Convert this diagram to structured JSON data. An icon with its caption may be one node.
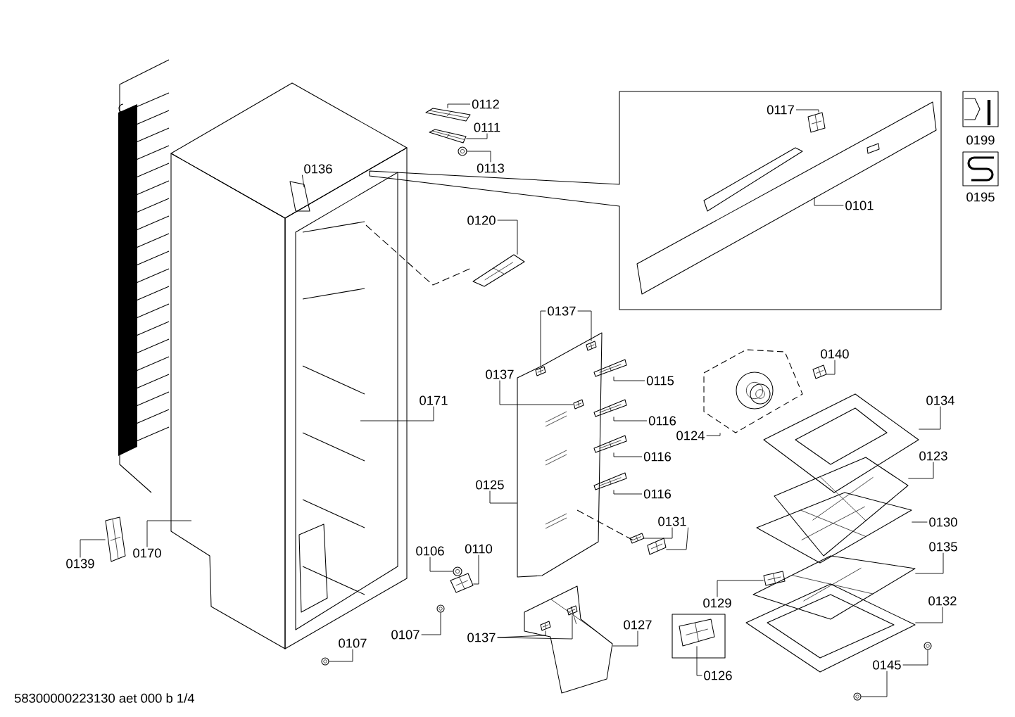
{
  "diagram": {
    "nodes": [
      {
        "text": [
          "0112"
        ]
      },
      {
        "text": [
          "0111"
        ]
      },
      {
        "text": [
          "0113"
        ]
      },
      {
        "text": [
          "0136"
        ]
      },
      {
        "text": [
          "0117"
        ]
      },
      {
        "text": [
          "0101"
        ]
      },
      {
        "text": [
          "0120"
        ]
      },
      {
        "text": [
          "0137"
        ]
      },
      {
        "text": [
          "0137"
        ]
      },
      {
        "text": [
          "0115"
        ]
      },
      {
        "text": [
          "0116"
        ]
      },
      {
        "text": [
          "0116"
        ]
      },
      {
        "text": [
          "0116"
        ]
      },
      {
        "text": [
          "0171"
        ]
      },
      {
        "text": [
          "0125"
        ]
      },
      {
        "text": [
          "0140"
        ]
      },
      {
        "text": [
          "0134"
        ]
      },
      {
        "text": [
          "0124"
        ]
      },
      {
        "text": [
          "0123"
        ]
      },
      {
        "text": [
          "0130"
        ]
      },
      {
        "text": [
          "0131"
        ]
      },
      {
        "text": [
          "0135"
        ]
      },
      {
        "text": [
          "0129"
        ]
      },
      {
        "text": [
          "0132"
        ]
      },
      {
        "text": [
          "0126"
        ]
      },
      {
        "text": [
          "0145"
        ]
      },
      {
        "text": [
          "0127"
        ]
      },
      {
        "text": [
          "0137"
        ]
      },
      {
        "text": [
          "0107"
        ]
      },
      {
        "text": [
          "0106"
        ]
      },
      {
        "text": [
          "0110"
        ]
      },
      {
        "text": [
          "0107"
        ]
      },
      {
        "text": [
          "0139"
        ]
      },
      {
        "text": [
          "0170"
        ]
      },
      {
        "text": [],
        "shape": "picture"
      },
      {
        "text": [],
        "shape": "picture"
      },
      {
        "text": [],
        "shape": "picture"
      },
      {
        "text": [],
        "shape": "picture"
      },
      {
        "text": [],
        "shape": "picture"
      },
      {
        "text": [],
        "shape": "picture"
      },
      {
        "text": [],
        "shape": "picture",
        "in": 39
      },
      {
        "text": [],
        "shape": "picture",
        "in": 39
      },
      {
        "text": [],
        "shape": "picture",
        "in": 39
      },
      {
        "text": [],
        "shape": "picture"
      },
      {
        "text": [],
        "shape": "picture"
      },
      {
        "text": [],
        "shape": "picture"
      },
      {
        "text": [],
        "shape": "picture"
      },
      {
        "text": [],
        "shape": "picture"
      },
      {
        "text": [],
        "shape": "picture"
      },
      {
        "text": [],
        "shape": "picture"
      },
      {
        "text": [],
        "shape": "picture"
      },
      {
        "text": [],
        "shape": "picture"
      },
      {
        "text": [],
        "shape": "picture"
      },
      {
        "text": [],
        "shape": "picture"
      },
      {
        "text": [],
        "shape": "picture"
      },
      {
        "text": [],
        "shape": "picture"
      },
      {
        "text": [],
        "shape": "picture"
      },
      {
        "text": [],
        "shape": "picture"
      },
      {
        "text": [],
        "shape": "picture"
      },
      {
        "text": [],
        "shape": "picture"
      },
      {
        "text": [],
        "shape": "picture"
      },
      {
        "text": [],
        "shape": "picture",
        "in": 60
      },
      {
        "text": [],
        "shape": "picture",
        "in": 60
      },
      {
        "text": [],
        "shape": "picture"
      },
      {
        "text": [],
        "shape": "picture"
      },
      {
        "text": [],
        "shape": "picture"
      },
      {
        "text": [],
        "shape": "picture"
      },
      {
        "text": [],
        "shape": "picture"
      }
    ],
    "edges": [
      {
        "from": 0,
        "to": 34,
        "arrow": "none"
      },
      {
        "from": 1,
        "to": 35,
        "arrow": "none"
      },
      {
        "from": 2,
        "to": 36,
        "arrow": "none"
      },
      {
        "from": 3,
        "to": null,
        "arrow": "none"
      },
      {
        "from": 4,
        "to": 37,
        "arrow": "none"
      },
      {
        "from": 5,
        "to": null,
        "arrow": "none"
      },
      {
        "from": 6,
        "to": 38,
        "arrow": "none"
      },
      {
        "from": 7,
        "to": 40,
        "arrow": "none"
      },
      {
        "from": 7,
        "to": 41,
        "arrow": "none"
      },
      {
        "from": 8,
        "to": 42,
        "arrow": "none"
      },
      {
        "from": 9,
        "to": 43,
        "arrow": "none"
      },
      {
        "from": 10,
        "to": 44,
        "arrow": "none"
      },
      {
        "from": 11,
        "to": 45,
        "arrow": "none"
      },
      {
        "from": 12,
        "to": 46,
        "arrow": "none"
      },
      {
        "from": 13,
        "to": null,
        "arrow": "none"
      },
      {
        "from": 14,
        "to": 39,
        "arrow": "none"
      },
      {
        "from": 15,
        "to": 47,
        "arrow": "none"
      },
      {
        "from": 16,
        "to": 49,
        "arrow": "none"
      },
      {
        "from": 17,
        "to": 48,
        "arrow": "none"
      },
      {
        "from": 18,
        "to": 50,
        "arrow": "none"
      },
      {
        "from": 19,
        "to": 51,
        "arrow": "none"
      },
      {
        "from": 20,
        "to": 52,
        "arrow": "none"
      },
      {
        "from": 20,
        "to": 53,
        "arrow": "none"
      },
      {
        "from": 21,
        "to": 54,
        "arrow": "none"
      },
      {
        "from": 22,
        "to": 55,
        "arrow": "none"
      },
      {
        "from": 23,
        "to": 56,
        "arrow": "none"
      },
      {
        "from": 24,
        "to": 57,
        "arrow": "none"
      },
      {
        "from": 25,
        "to": 58,
        "arrow": "none"
      },
      {
        "from": 25,
        "to": 59,
        "arrow": "none"
      },
      {
        "from": 26,
        "to": 60,
        "arrow": "none"
      },
      {
        "from": 27,
        "to": 61,
        "arrow": "none"
      },
      {
        "from": 27,
        "to": 62,
        "arrow": "none"
      },
      {
        "from": 28,
        "to": 63,
        "arrow": "none"
      },
      {
        "from": 29,
        "to": 64,
        "arrow": "none"
      },
      {
        "from": 30,
        "to": 65,
        "arrow": "none"
      },
      {
        "from": 31,
        "to": 66,
        "arrow": "none"
      },
      {
        "from": 32,
        "to": 67,
        "arrow": "none"
      },
      {
        "from": 33,
        "to": null,
        "arrow": "none"
      }
    ],
    "labels": [
      "0199",
      "0195",
      "58300000223130 aet 000 b 1/4"
    ]
  }
}
